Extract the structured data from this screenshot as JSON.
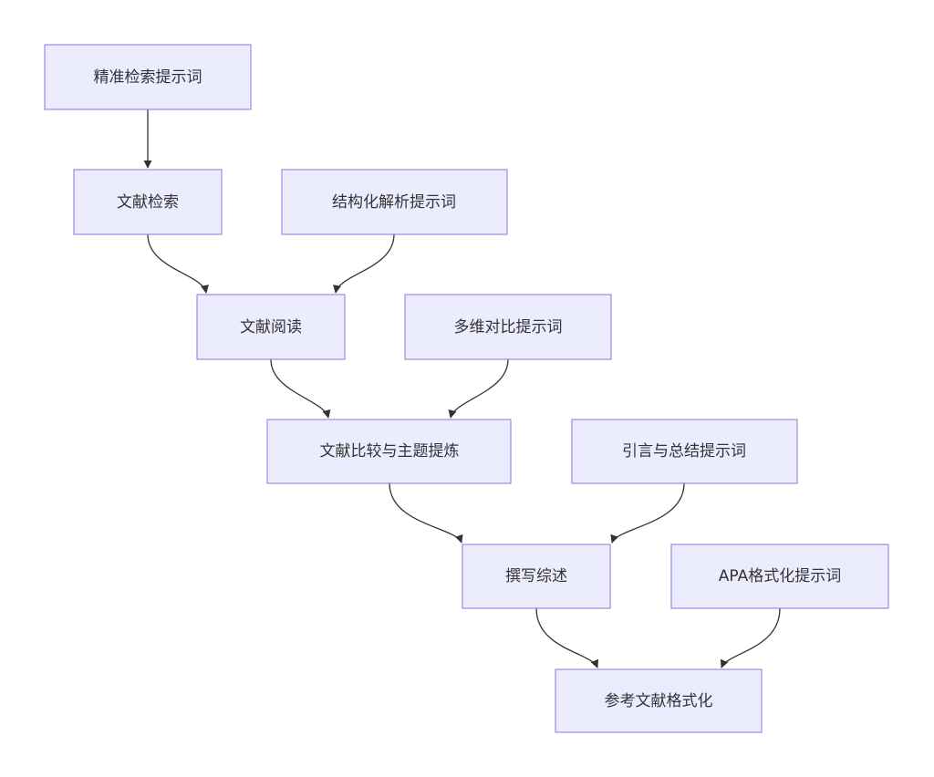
{
  "diagram": {
    "type": "flowchart",
    "style": {
      "node_fill": "#ECECFF",
      "node_stroke": "#9370DB",
      "edge_color": "#333333",
      "text_color": "#333333",
      "background": "#FFFFFF"
    },
    "nodes": [
      {
        "id": "precise-search-prompt",
        "label": "精准检索提示词"
      },
      {
        "id": "literature-search",
        "label": "文献检索"
      },
      {
        "id": "structured-parsing-prompt",
        "label": "结构化解析提示词"
      },
      {
        "id": "literature-reading",
        "label": "文献阅读"
      },
      {
        "id": "multi-dimensional-comparison-prompt",
        "label": "多维对比提示词"
      },
      {
        "id": "literature-comparison-theme-extraction",
        "label": "文献比较与主题提炼"
      },
      {
        "id": "introduction-summary-prompt",
        "label": "引言与总结提示词"
      },
      {
        "id": "write-review",
        "label": "撰写综述"
      },
      {
        "id": "apa-formatting-prompt",
        "label": "APA格式化提示词"
      },
      {
        "id": "reference-formatting",
        "label": "参考文献格式化"
      }
    ],
    "edges": [
      {
        "from": "precise-search-prompt",
        "to": "literature-search"
      },
      {
        "from": "literature-search",
        "to": "literature-reading"
      },
      {
        "from": "structured-parsing-prompt",
        "to": "literature-reading"
      },
      {
        "from": "literature-reading",
        "to": "literature-comparison-theme-extraction"
      },
      {
        "from": "multi-dimensional-comparison-prompt",
        "to": "literature-comparison-theme-extraction"
      },
      {
        "from": "literature-comparison-theme-extraction",
        "to": "write-review"
      },
      {
        "from": "introduction-summary-prompt",
        "to": "write-review"
      },
      {
        "from": "write-review",
        "to": "reference-formatting"
      },
      {
        "from": "apa-formatting-prompt",
        "to": "reference-formatting"
      }
    ]
  }
}
